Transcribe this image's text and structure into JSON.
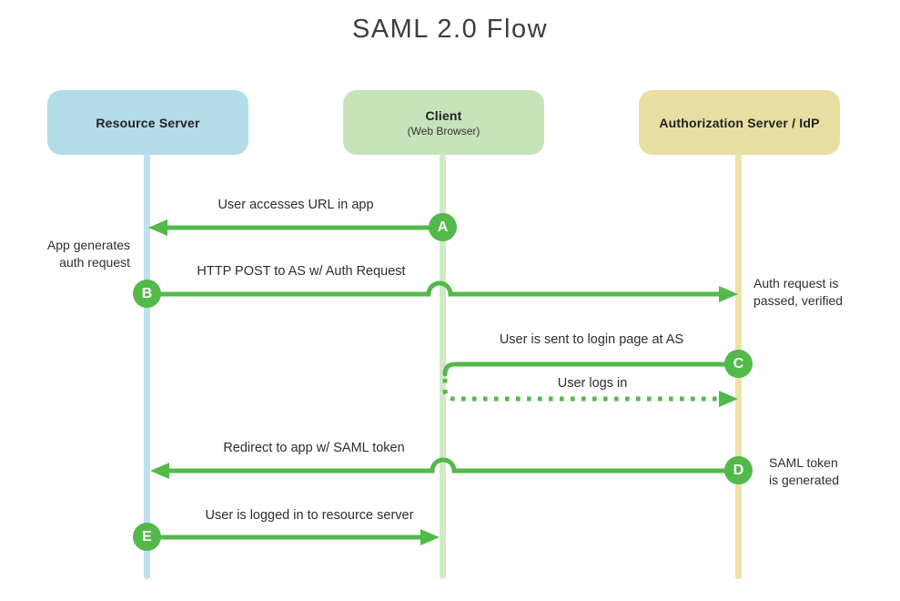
{
  "title": "SAML 2.0 Flow",
  "lanes": {
    "resource": {
      "title": "Resource Server"
    },
    "client": {
      "title": "Client",
      "subtitle": "(Web Browser)"
    },
    "idp": {
      "title": "Authorization Server / IdP"
    }
  },
  "steps": {
    "a": {
      "badge": "A",
      "label": "User accesses URL in app"
    },
    "b": {
      "badge": "B",
      "label": "HTTP POST to AS w/ Auth Request"
    },
    "c": {
      "badge": "C",
      "label": "User is sent to login page at AS"
    },
    "login": {
      "label": "User logs in"
    },
    "d": {
      "badge": "D",
      "label": "Redirect to app w/ SAML token"
    },
    "e": {
      "badge": "E",
      "label": "User is logged in to resource server"
    }
  },
  "notes": {
    "app_generates": "App generates\nauth request",
    "auth_verified": "Auth request is\npassed, verified",
    "saml_generated": "SAML token\nis generated"
  },
  "colors": {
    "arrow_green": "#52b94a",
    "badge_green": "#52b94a",
    "resource_blue": "#b4dbe8",
    "client_green": "#c6e3ba",
    "idp_tan": "#e8dea1",
    "title_text": "#3d3d3d",
    "label_text": "#2e2e2e"
  }
}
